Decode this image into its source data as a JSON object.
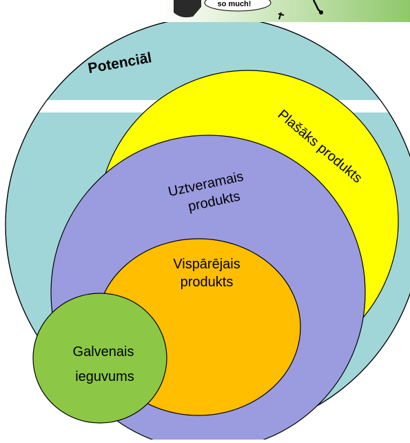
{
  "banner": {
    "speech_text": "so much!"
  },
  "layers": {
    "potential": {
      "label": "Potenciāl",
      "fill": "#a1d6d8"
    },
    "augmented": {
      "label": "Plašāks produkts",
      "fill": "#ffff00"
    },
    "expected": {
      "label_line1": "Uztveramais",
      "label_line2": "produkts",
      "fill": "#9b9be0"
    },
    "generic": {
      "label_line1": "Vispārējais",
      "label_line2": "produkts",
      "fill": "#ffbe00"
    },
    "core": {
      "label_line1": "Galvenais",
      "label_line2": "ieguvums",
      "fill": "#8cc845"
    }
  },
  "colors": {
    "stroke": "#000000",
    "white_band": "#ffffff",
    "banner_gradient_start": "#ffffff",
    "banner_gradient_end": "#8fc86a"
  }
}
